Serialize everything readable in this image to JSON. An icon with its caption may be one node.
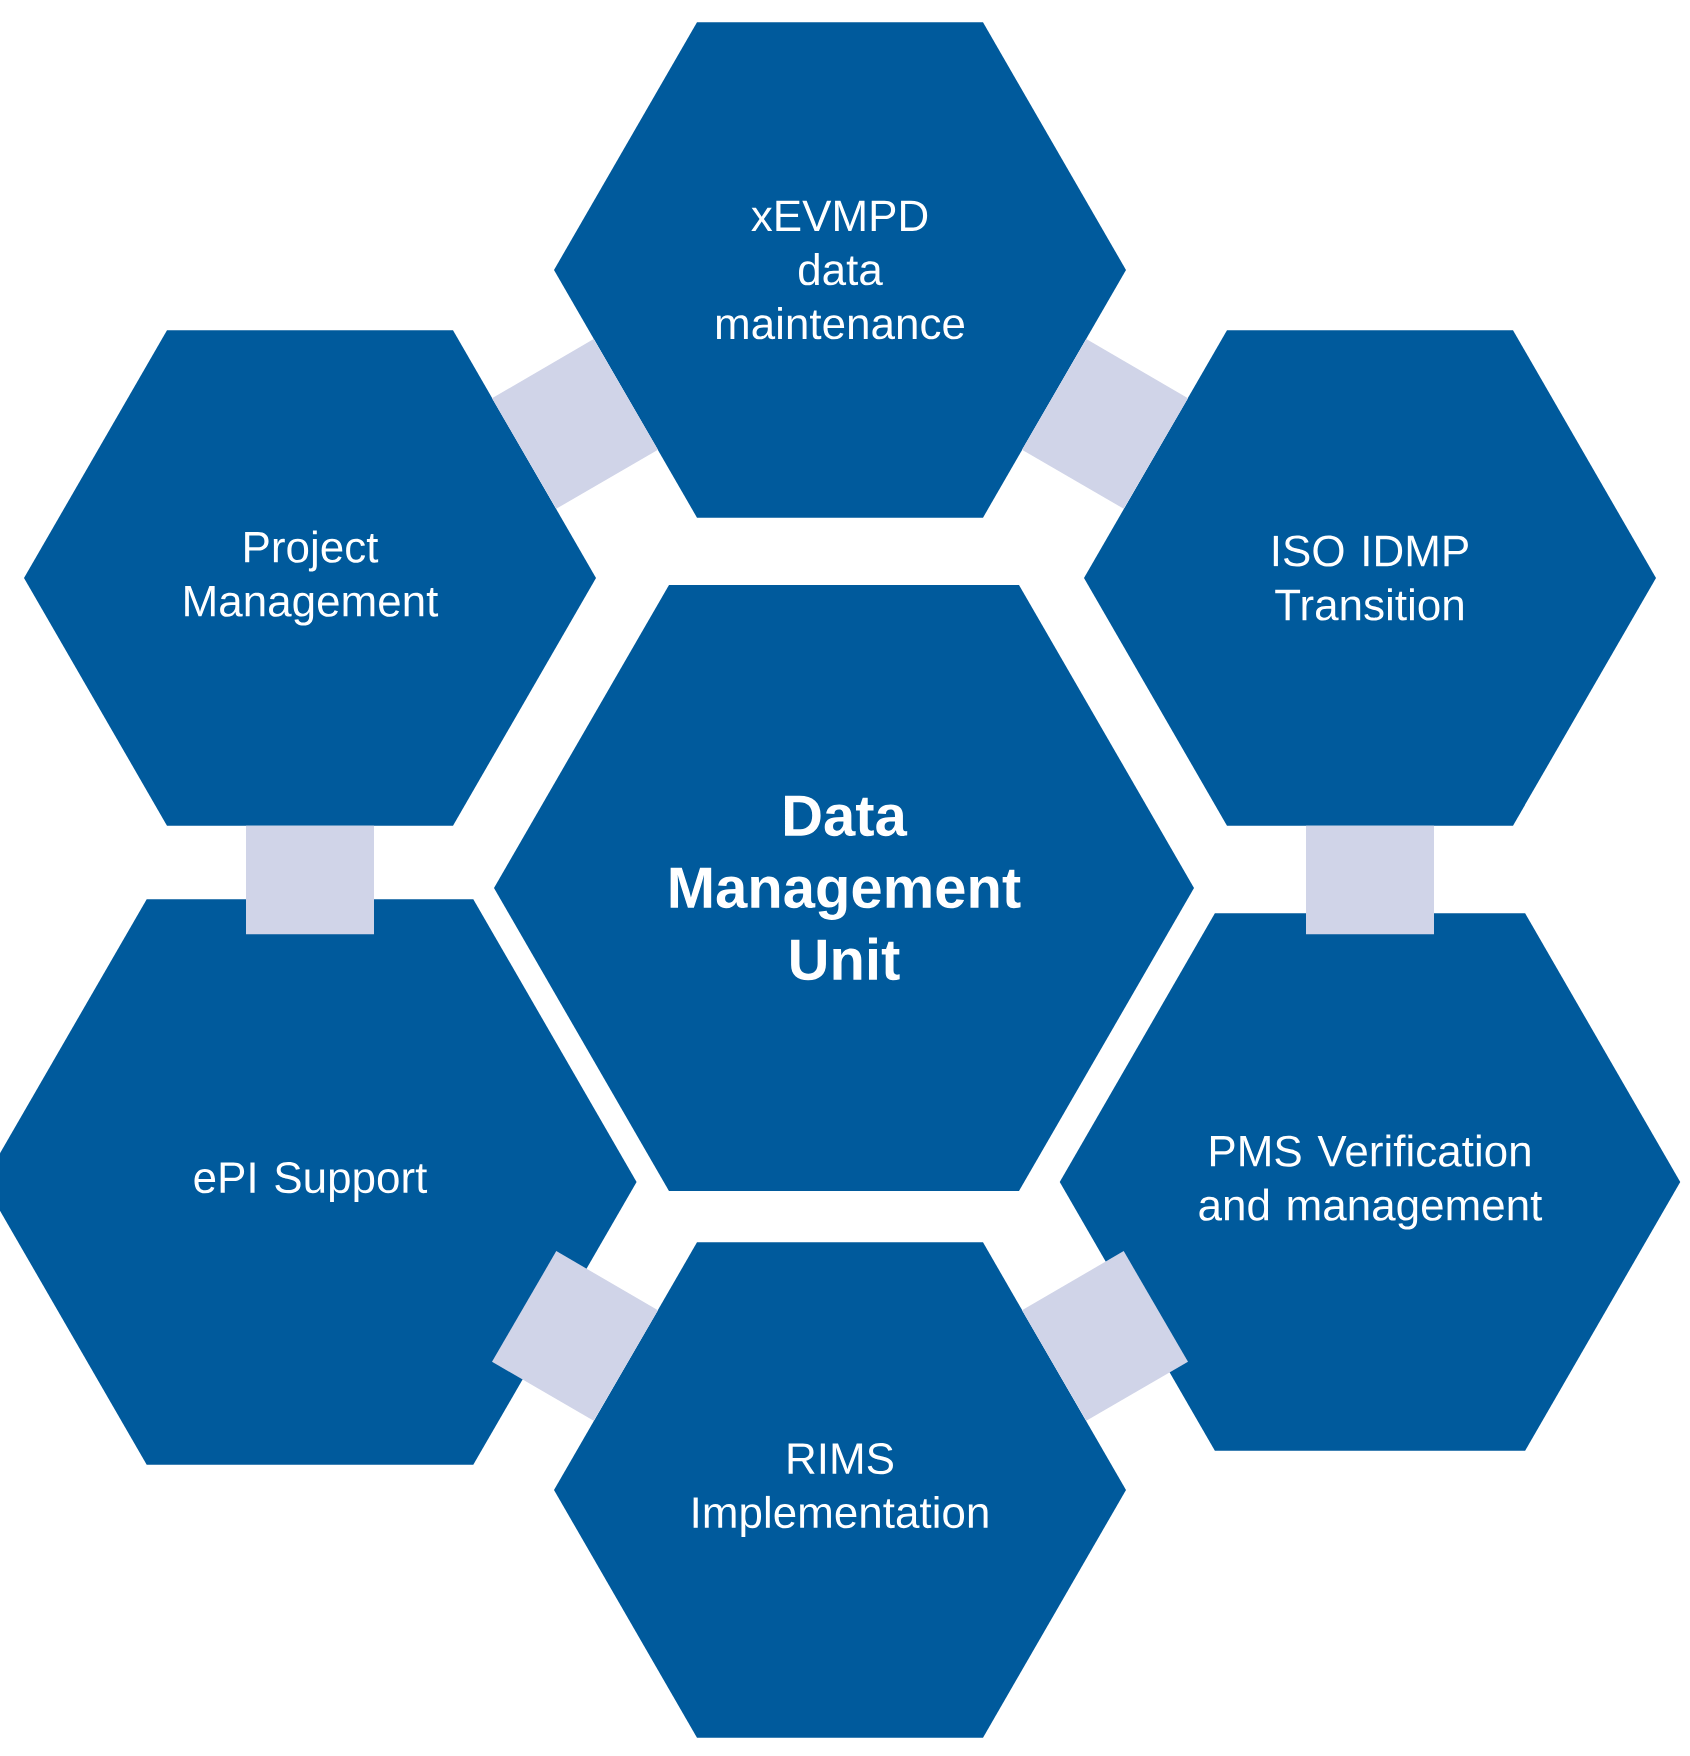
{
  "diagram": {
    "nodes": [
      {
        "text": [
          "xEVMPD data maintenance"
        ]
      },
      {
        "text": [
          "Project Management"
        ]
      },
      {
        "text": [
          "ISO IDMP Transition"
        ]
      },
      {
        "text": [
          "Data Management Unit"
        ]
      },
      {
        "text": [
          "PMS Verification and management"
        ]
      },
      {
        "text": [
          "ePI Support"
        ]
      },
      {
        "text": [
          "RIMS Implementation"
        ]
      }
    ],
    "edges": [
      {
        "from": 1,
        "to": 0,
        "arrow": "none"
      },
      {
        "from": 0,
        "to": 2,
        "arrow": "none"
      },
      {
        "from": 2,
        "to": 4,
        "arrow": "none"
      },
      {
        "from": 4,
        "to": 6,
        "arrow": "none"
      },
      {
        "from": 6,
        "to": 5,
        "arrow": "none"
      },
      {
        "from": 5,
        "to": 1,
        "arrow": "none"
      }
    ]
  }
}
